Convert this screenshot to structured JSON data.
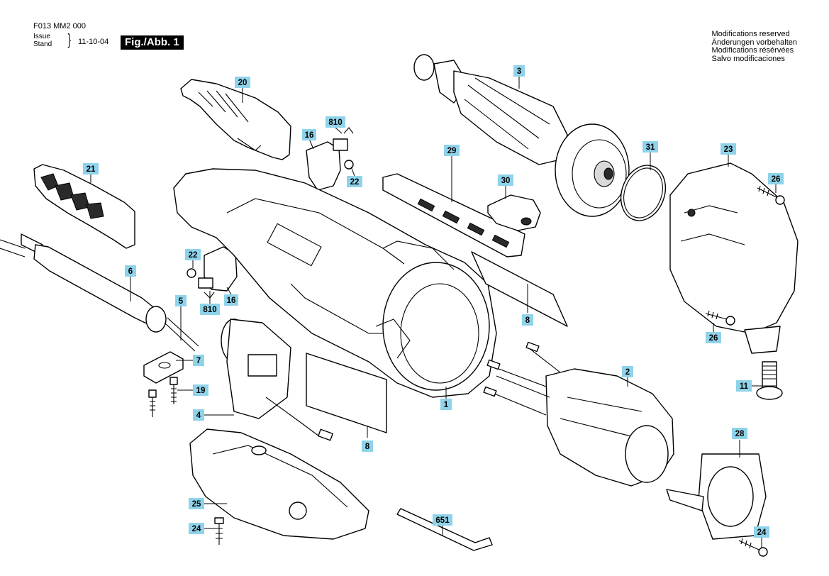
{
  "header": {
    "code": "F013 MM2 000",
    "issue_label": "Issue",
    "stand_label": "Stand",
    "date": "11-10-04",
    "figure": "Fig./Abb. 1"
  },
  "notice": {
    "lines": [
      "Modifications reserved",
      "Änderungen vorbehalten",
      "Modifications résérvées",
      "Salvo modificaciones"
    ]
  },
  "labels": [
    {
      "id": "20",
      "text": "20"
    },
    {
      "id": "810a",
      "text": "810"
    },
    {
      "id": "16a",
      "text": "16"
    },
    {
      "id": "22a",
      "text": "22"
    },
    {
      "id": "3",
      "text": "3"
    },
    {
      "id": "29",
      "text": "29"
    },
    {
      "id": "30",
      "text": "30"
    },
    {
      "id": "31",
      "text": "31"
    },
    {
      "id": "23",
      "text": "23"
    },
    {
      "id": "26a",
      "text": "26"
    },
    {
      "id": "21",
      "text": "21"
    },
    {
      "id": "6",
      "text": "6"
    },
    {
      "id": "22b",
      "text": "22"
    },
    {
      "id": "16b",
      "text": "16"
    },
    {
      "id": "810b",
      "text": "810"
    },
    {
      "id": "5",
      "text": "5"
    },
    {
      "id": "8a",
      "text": "8"
    },
    {
      "id": "26b",
      "text": "26"
    },
    {
      "id": "7",
      "text": "7"
    },
    {
      "id": "19",
      "text": "19"
    },
    {
      "id": "4",
      "text": "4"
    },
    {
      "id": "1",
      "text": "1"
    },
    {
      "id": "2",
      "text": "2"
    },
    {
      "id": "11",
      "text": "11"
    },
    {
      "id": "8b",
      "text": "8"
    },
    {
      "id": "28",
      "text": "28"
    },
    {
      "id": "25",
      "text": "25"
    },
    {
      "id": "24a",
      "text": "24"
    },
    {
      "id": "651",
      "text": "651"
    },
    {
      "id": "24b",
      "text": "24"
    }
  ]
}
